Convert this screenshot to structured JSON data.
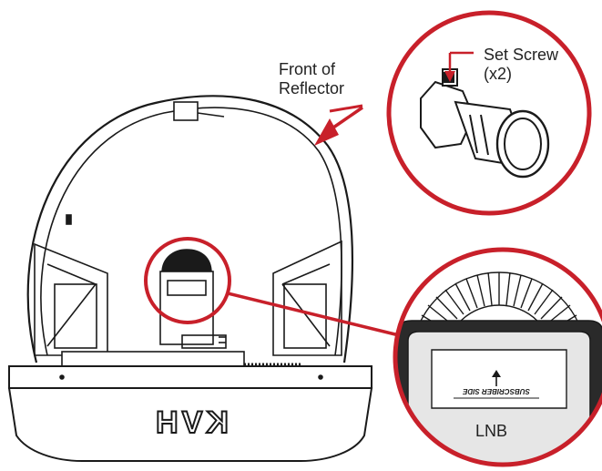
{
  "callouts": {
    "front_of_reflector": [
      "Front of",
      "Reflector"
    ],
    "set_screw": [
      "Set Screw",
      "(x2)"
    ],
    "lnb": "LNB"
  },
  "unit": {
    "base_logo_text": "KVH",
    "lnb_face_text": "SUBSCRIBER SIDE"
  },
  "colors": {
    "accent": "#c8202a",
    "line": "#1a1a1a",
    "lnb_fill": "#e6e6e6"
  }
}
